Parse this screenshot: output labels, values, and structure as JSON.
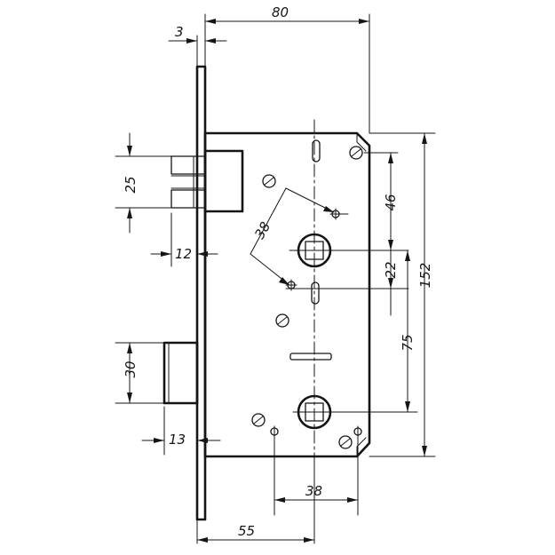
{
  "dimensions": {
    "top_width": "80",
    "faceplate_thickness": "3",
    "latch_height": "25",
    "latch_projection": "12",
    "bolt_height": "30",
    "bolt_projection": "13",
    "diagonal_spacing": "38",
    "top_offset": "46",
    "follower_to_hole": "22",
    "spindle_spacing": "75",
    "case_height": "152",
    "bottom_spacing": "38",
    "backset": "55"
  },
  "colors": {
    "ink": "#151515",
    "paper": "#ffffff"
  }
}
